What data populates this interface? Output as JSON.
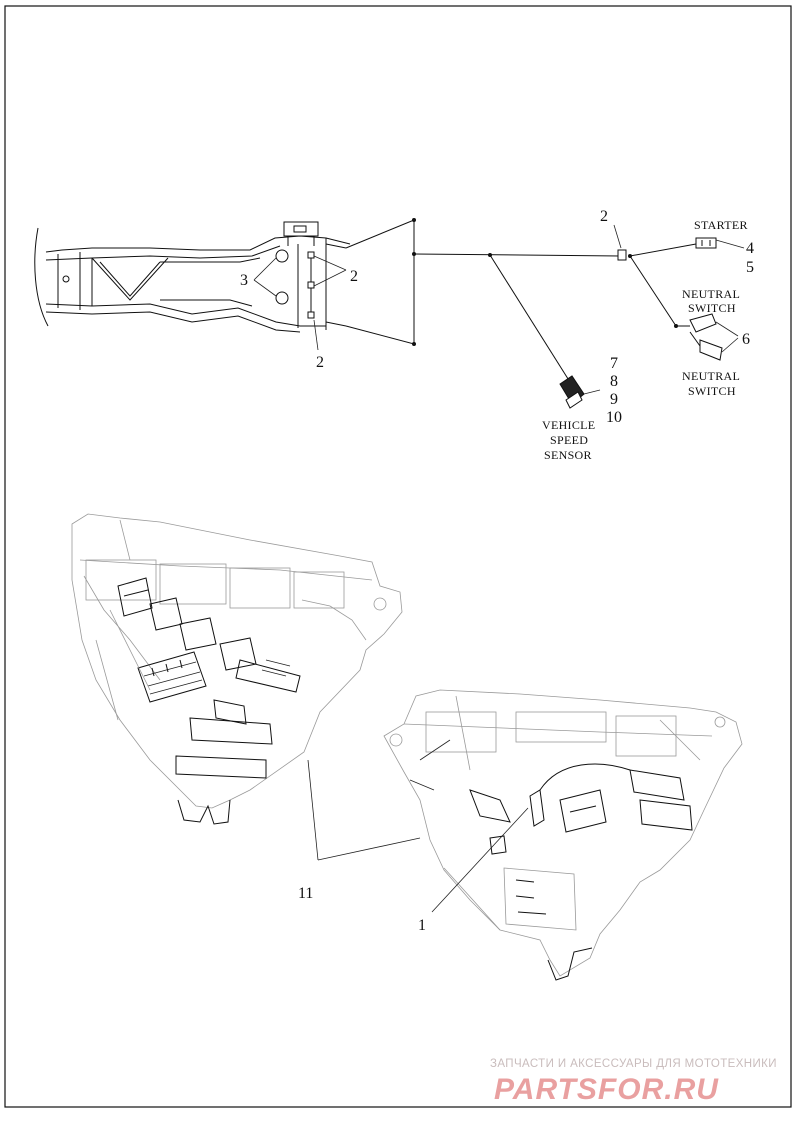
{
  "callouts": {
    "c1": "1",
    "c2a": "2",
    "c2b": "2",
    "c2c": "2",
    "c3": "3",
    "c4": "4",
    "c5": "5",
    "c6": "6",
    "c7": "7",
    "c8": "8",
    "c9": "9",
    "c10": "10",
    "c11": "11"
  },
  "labels": {
    "starter": "STARTER",
    "neutral_switch_top_1": "NEUTRAL",
    "neutral_switch_top_2": "SWITCH",
    "neutral_switch_bottom_1": "NEUTRAL",
    "neutral_switch_bottom_2": "SWITCH",
    "vehicle_speed_sensor_1": "VEHICLE",
    "vehicle_speed_sensor_2": "SPEED",
    "vehicle_speed_sensor_3": "SENSOR"
  },
  "watermark": {
    "tagline": "ЗАПЧАСТИ И АКСЕССУАРЫ ДЛЯ МОТОТЕХНИКИ",
    "brand": "PARTSFOR.RU"
  },
  "colors": {
    "line": "#111111",
    "faint": "#9a9a9a",
    "watermark": "#e9a0a0"
  }
}
